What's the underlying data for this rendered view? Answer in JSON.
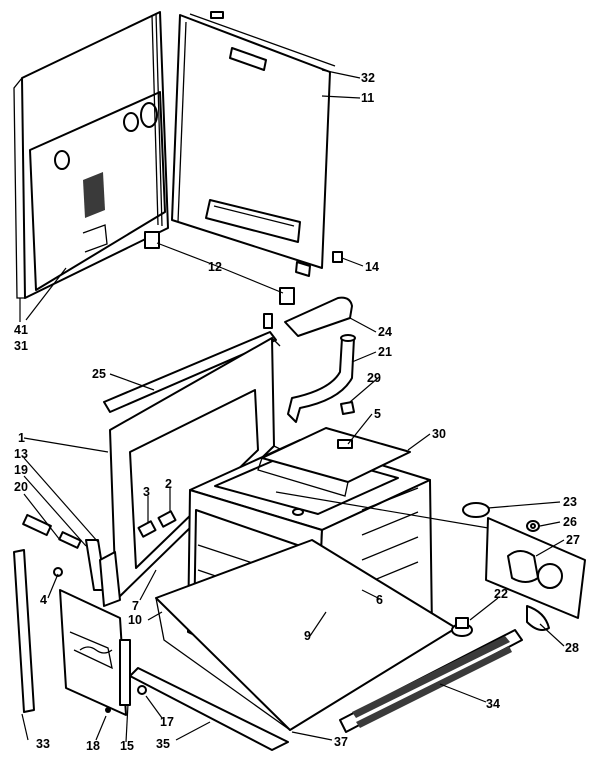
{
  "diagram": {
    "callouts": {
      "c1": "1",
      "c2": "2",
      "c3": "3",
      "c4": "4",
      "c5": "5",
      "c6": "6",
      "c7": "7",
      "c9": "9",
      "c10": "10",
      "c11": "11",
      "c12": "12",
      "c13": "13",
      "c14": "14",
      "c15": "15",
      "c17": "17",
      "c18": "18",
      "c19": "19",
      "c20": "20",
      "c21": "21",
      "c22": "22",
      "c23": "23",
      "c24": "24",
      "c25": "25",
      "c26": "26",
      "c27": "27",
      "c28": "28",
      "c29": "29",
      "c30": "30",
      "c31": "31",
      "c32": "32",
      "c33": "33",
      "c34": "34",
      "c35": "35",
      "c37": "37",
      "c41": "41"
    }
  }
}
